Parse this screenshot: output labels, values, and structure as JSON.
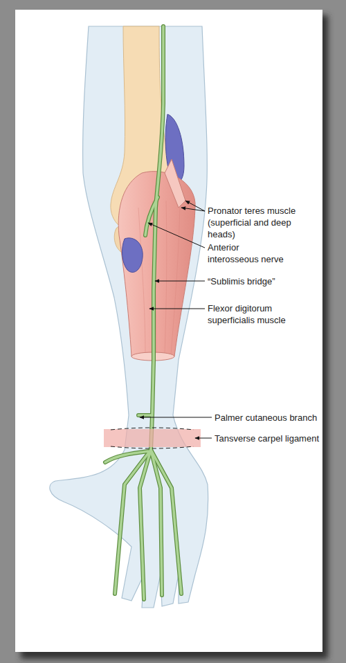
{
  "diagram": {
    "labels": [
      "Pronator teres muscle (superficial and deep heads)",
      "Anterior interosseous nerve",
      "“Sublimis bridge”",
      "Flexor digitorum superficialis muscle",
      "Palmer cutaneous branch",
      "Tansverse carpel ligament"
    ]
  }
}
